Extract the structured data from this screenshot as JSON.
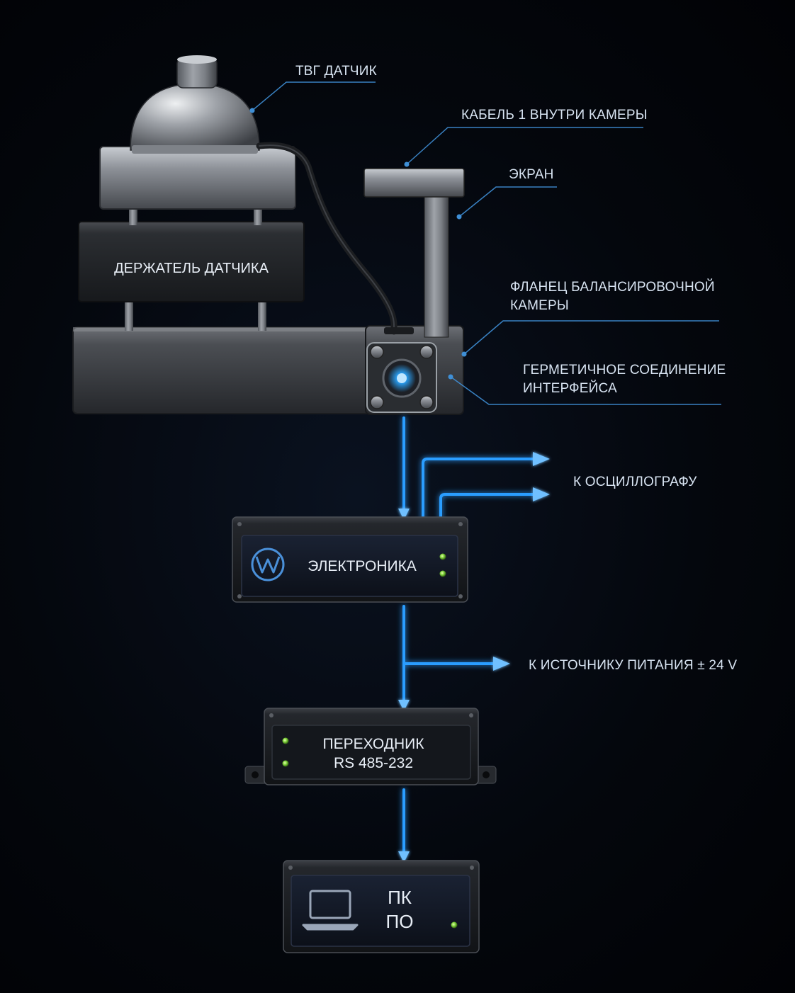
{
  "colors": {
    "background": "#02050b",
    "glow": "#2a9dff",
    "leader": "#3f8fd6",
    "metal": "#8b8f95",
    "panel": "#111827",
    "led_green": "#7dd23a",
    "led_blue": "#2aa6ff"
  },
  "labels": {
    "tvg_sensor": "ТВГ ДАТЧИК",
    "cable": "КАБЕЛЬ 1 ВНУТРИ КАМЕРЫ",
    "screen": "ЭКРАН",
    "flange_line1": "ФЛАНЕЦ БАЛАНСИРОВОЧНОЙ",
    "flange_line2": "КАМЕРЫ",
    "seal_line1": "ГЕРМЕТИЧНОЕ СОЕДИНЕНИЕ",
    "seal_line2": "ИНТЕРФЕЙСА",
    "oscilloscope": "К ОСЦИЛЛОГРАФУ",
    "power": "К ИСТОЧНИКУ ПИТАНИЯ ± 24 V"
  },
  "boxes": {
    "holder": "ДЕРЖАТЕЛЬ ДАТЧИКА",
    "electronics": "ЭЛЕКТРОНИКА",
    "adapter_line1": "ПЕРЕХОДНИК",
    "adapter_line2": "RS 485-232",
    "pc_line1": "ПК",
    "pc_line2": "ПО"
  },
  "icons": {
    "electronics_logo": "wave-logo-icon",
    "pc_icon": "laptop-icon",
    "status_led": "led-indicator-icon",
    "arrow": "arrow-right-icon"
  }
}
